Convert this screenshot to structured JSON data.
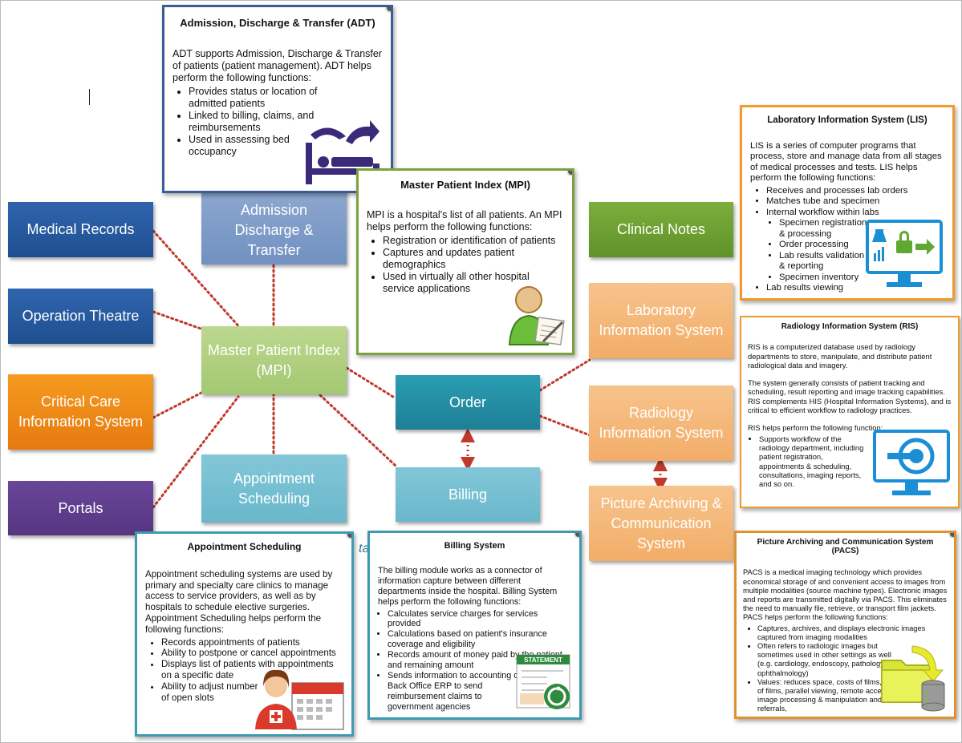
{
  "colors": {
    "blue": "#2f64ad",
    "orange": "#f19a2c",
    "purple": "#6a4699",
    "teal": "#2a9db3",
    "green": "#7cae3c",
    "peach": "#f7c38c",
    "link_red": "#c0392b"
  },
  "nodes": {
    "medical_records": "Medical Records",
    "operation_theatre": "Operation Theatre",
    "critical_care": "Critical Care Information System",
    "portals": "Portals",
    "adt": "Admission Discharge & Transfer",
    "mpi": "Master Patient Index (MPI)",
    "appointment": "Appointment Scheduling",
    "order": "Order",
    "billing": "Billing",
    "clinical_notes": "Clinical Notes",
    "lis": "Laboratory Information System",
    "ris": "Radiology Information System",
    "pacs": "Picture Archiving & Communication System"
  },
  "cards": {
    "adt": {
      "title": "Admission, Discharge & Transfer (ADT)",
      "intro": "ADT supports Admission, Discharge & Transfer of patients (patient management). ADT helps perform the following functions:",
      "bullets": [
        "Provides status or location of admitted patients",
        "Linked to billing, claims, and reimbursements",
        "Used in assessing bed occupancy"
      ],
      "icon": "hospital-bed-icon"
    },
    "mpi": {
      "title": "Master Patient Index (MPI)",
      "intro": "MPI is a hospital's list of all patients. An MPI helps perform the following functions:",
      "bullets": [
        "Registration or identification of patients",
        "Captures and updates patient demographics",
        "Used in virtually all other hospital service applications"
      ],
      "icon": "patient-record-icon"
    },
    "lis": {
      "title": "Laboratory Information System (LIS)",
      "intro": "LIS is a series of computer programs that process, store and manage data from all stages of medical processes and tests. LIS helps perform the following functions:",
      "bullets": [
        "Receives and processes lab orders",
        "Matches tube and specimen",
        "Internal workflow within labs"
      ],
      "sub_bullets": [
        "Specimen registration & processing",
        "Order processing",
        "Lab results validation & reporting",
        "Specimen inventory"
      ],
      "last_bullet": "Lab results viewing",
      "icon": "lab-computer-lock-icon"
    },
    "ris": {
      "title": "Radiology Information System (RIS)",
      "para1": "RIS is a computerized database used by radiology departments to store, manipulate, and distribute patient radiological data and imagery.",
      "para2": "The system generally consists of patient tracking and scheduling, result reporting and image tracking capabilities. RIS complements HIS (Hospital Information Systems), and is critical to efficient workflow to radiology practices.",
      "para3": "RIS helps perform the following function:",
      "bullets": [
        "Supports workflow of the radiology department, including patient registration, appointments & scheduling, consultations, imaging reports, and so on."
      ],
      "icon": "mri-monitor-icon"
    },
    "pacs": {
      "title": "Picture Archiving and Communication System (PACS)",
      "intro": "PACS is a medical imaging technology which provides economical storage of and convenient access to images from multiple modalities (source machine types). Electronic images and reports are transmitted digitally via PACS. This eliminates the need to manually file, retrieve, or transport film jackets. PACS helps perform the following functions:",
      "bullets": [
        "Captures, archives, and displays electronic images captured from imaging modalities",
        "Often refers to radiologic images but sometimes used in other settings as well (e.g. cardiology, endoscopy, pathology, ophthalmology)",
        "Values: reduces space, costs of films, loss of films, parallel viewing, remote access, image processing & manipulation and referrals,"
      ],
      "icon": "folder-database-icon"
    },
    "appt": {
      "title": "Appointment Scheduling",
      "intro": "Appointment scheduling systems are used by primary and specialty care clinics to manage access to service providers, as well as by hospitals to schedule elective surgeries. Appointment Scheduling helps perform the following functions:",
      "bullets": [
        "Records appointments of patients",
        "Ability to postpone or cancel appointments",
        "Displays list of patients with appointments on a specific date",
        "Ability to adjust number of open slots"
      ],
      "icon": "nurse-calendar-icon"
    },
    "billing": {
      "title": "Billing System",
      "intro": "The billing module works as a connector of information capture between different departments inside the hospital. Billing System helps perform the following functions:",
      "bullets": [
        "Calculates service charges for services provided",
        "Calculations based on patient's insurance coverage and eligibility",
        "Records amount of money paid by the patient and remaining amount",
        "Sends information to accounting or Back Office ERP to send reimbursement claims to government agencies"
      ],
      "statement_label": "STATEMENT",
      "icon": "statement-icon"
    }
  },
  "stray_text": "ta"
}
